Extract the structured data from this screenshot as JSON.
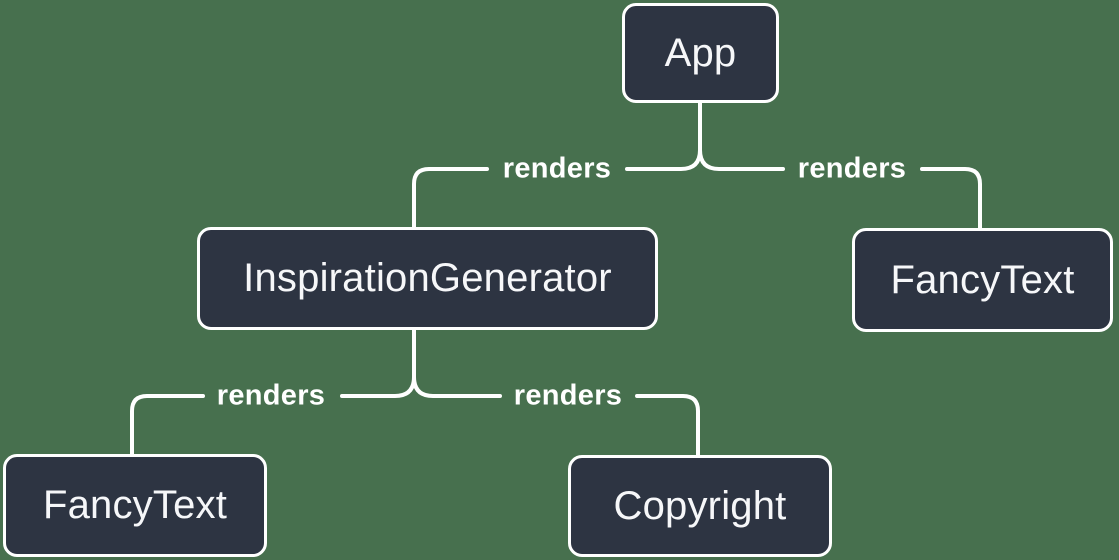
{
  "diagram": {
    "background_color": "#47704E",
    "node_fill_color": "#2D3442",
    "node_border_color": "#FFFFFF",
    "node_text_color": "#F6F7F9",
    "connector_color": "#FFFFFF",
    "nodes": [
      {
        "id": "app",
        "label": "App"
      },
      {
        "id": "inspiration-generator",
        "label": "InspirationGenerator"
      },
      {
        "id": "fancy-text-top",
        "label": "FancyText"
      },
      {
        "id": "fancy-text-bottom",
        "label": "FancyText"
      },
      {
        "id": "copyright",
        "label": "Copyright"
      }
    ],
    "edges": [
      {
        "from": "App",
        "to": "InspirationGenerator",
        "label": "renders"
      },
      {
        "from": "App",
        "to": "FancyText",
        "label": "renders"
      },
      {
        "from": "InspirationGenerator",
        "to": "FancyText",
        "label": "renders"
      },
      {
        "from": "InspirationGenerator",
        "to": "Copyright",
        "label": "renders"
      }
    ]
  }
}
